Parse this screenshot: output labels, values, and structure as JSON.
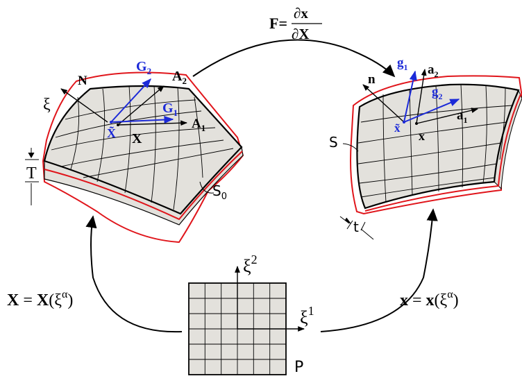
{
  "colors": {
    "outline": "#e0151b",
    "surface_fill": "#e3e1dc",
    "vector_blue": "#1c2ad8",
    "ink": "#000000"
  },
  "deformation_gradient": {
    "lhs": "F",
    "equals": "=",
    "numerator": "∂x",
    "denominator": "∂X"
  },
  "reference": {
    "normal": "N",
    "xi": "ξ",
    "G2_base": "G",
    "G2_sub": "2",
    "A2_base": "A",
    "A2_sub": "2",
    "G1_base": "G",
    "G1_sub": "1",
    "A1_base": "A",
    "A1_sub": "1",
    "X_tilde": "X̃",
    "X_point": "X",
    "thickness": "T",
    "surface_base": "S",
    "surface_sub": "0"
  },
  "current": {
    "normal": "n",
    "g1_base": "g",
    "g1_sub": "1",
    "a2_base": "a",
    "a2_sub": "2",
    "g2_base": "g",
    "g2_sub": "2",
    "a1_base": "a",
    "a1_sub": "1",
    "x_tilde": "x̃",
    "x_point": "x",
    "surface": "S",
    "thickness": "t"
  },
  "parameter": {
    "xi2_base": "ξ",
    "xi2_sup": "2",
    "xi1_base": "ξ",
    "xi1_sup": "1",
    "domain": "P"
  },
  "maps": {
    "left_lhs": "X",
    "left_eq": " = ",
    "left_fn": "X",
    "left_arg": "(ξ",
    "left_sup": "α",
    "left_close": ")",
    "right_lhs": "x",
    "right_eq": " = ",
    "right_fn": "x",
    "right_arg": "(ξ",
    "right_sup": "α",
    "right_close": ")"
  }
}
